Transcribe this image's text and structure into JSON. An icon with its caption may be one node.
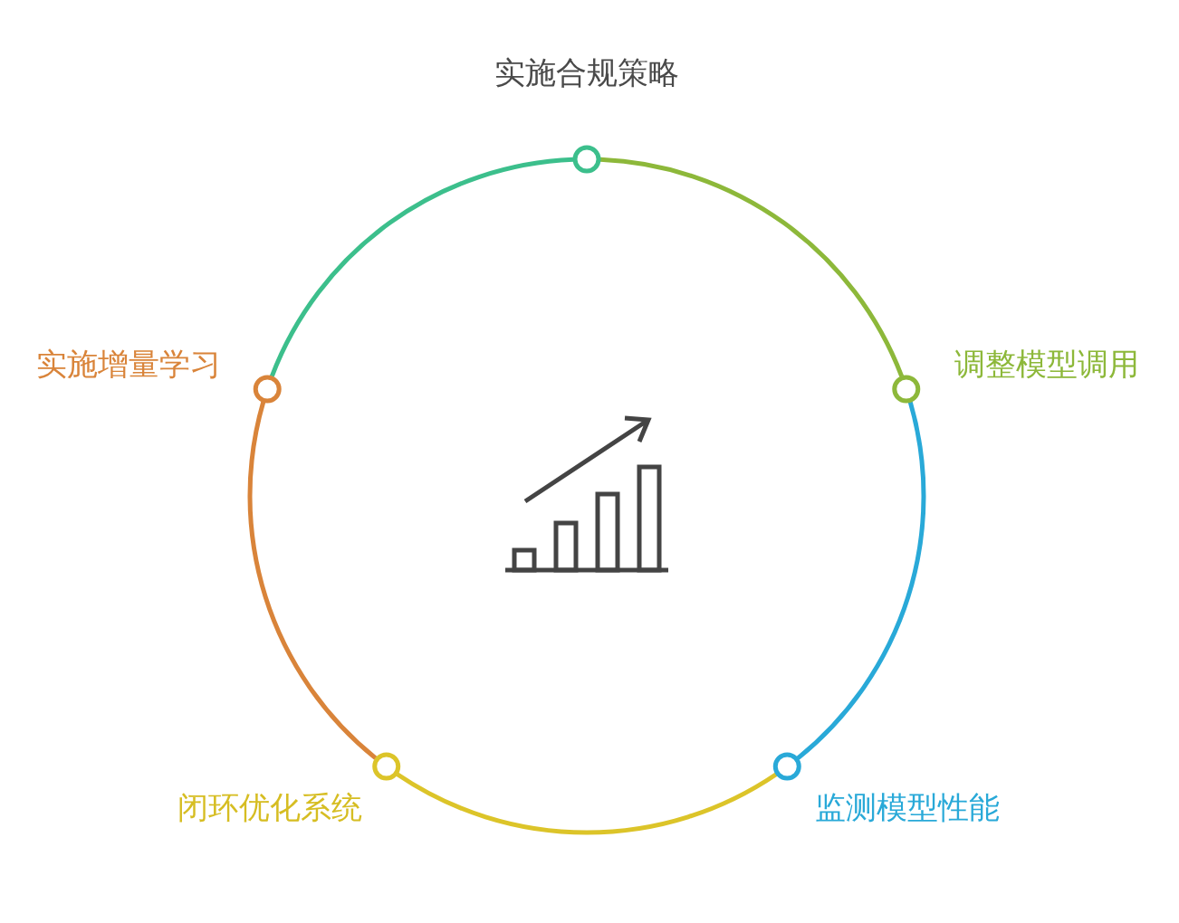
{
  "diagram": {
    "nodes": [
      {
        "text": [],
        "shape": "circle",
        "beside": [
          "实施合规策略"
        ]
      },
      {
        "text": [],
        "shape": "circle",
        "beside": [
          "调整模型调用"
        ]
      },
      {
        "text": [],
        "shape": "circle",
        "beside": [
          "监测模型性能"
        ]
      },
      {
        "text": [],
        "shape": "circle",
        "beside": [
          "闭环优化系统"
        ]
      },
      {
        "text": [],
        "shape": "circle",
        "beside": [
          "实施增量学习"
        ]
      }
    ],
    "edges": [
      {
        "from": 0,
        "to": 1,
        "arrow": "none",
        "color": "#8db83a"
      },
      {
        "from": 1,
        "to": 2,
        "arrow": "none",
        "color": "#29a9d8"
      },
      {
        "from": 2,
        "to": 3,
        "arrow": "none",
        "color": "#dcc429"
      },
      {
        "from": 3,
        "to": 4,
        "arrow": "none",
        "color": "#d9843a"
      },
      {
        "from": 4,
        "to": 0,
        "arrow": "none",
        "color": "#3cbf8c"
      }
    ]
  }
}
